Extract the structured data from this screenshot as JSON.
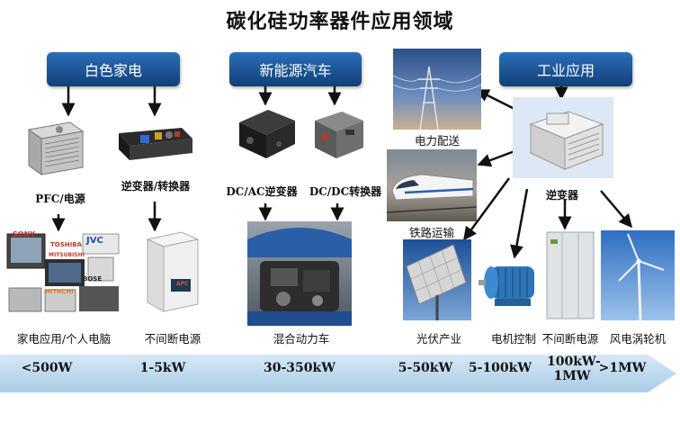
{
  "title": "碳化硅功率器件应用领域",
  "categories": {
    "home": "白色家电",
    "ev": "新能源汽车",
    "industry": "工业应用"
  },
  "labels": {
    "pfc": "PFC/电源",
    "inverter_converter": "逆变器/转换器",
    "dcac": "DC/AC逆变器",
    "dcdc": "DC/DC转换器",
    "grid": "电力配送",
    "rail": "铁路运输",
    "inverter": "逆变器",
    "appliance_pc": "家电应用/个人电脑",
    "ups_small": "不间断电源",
    "hybrid": "混合动力车",
    "pv": "光伏产业",
    "motor": "电机控制",
    "ups_large": "不间断电源",
    "wind": "风电涡轮机"
  },
  "brands": {
    "sony": "SONY",
    "toshiba": "TOSHIBA",
    "jvc": "JVC",
    "mitsubishi": "MITSUBISHI",
    "hitachi": "HITACHI",
    "bose": "BOSE",
    "apc": "APC"
  },
  "power_ranges": [
    "<500W",
    "1-5kW",
    "30-350kW",
    "5-50kW",
    "5-100kW",
    "100kW-1MW",
    ">1MW"
  ],
  "colors": {
    "category_box": "#1d5aa0",
    "band": "#bcd9ee",
    "arrow": "#111111"
  }
}
